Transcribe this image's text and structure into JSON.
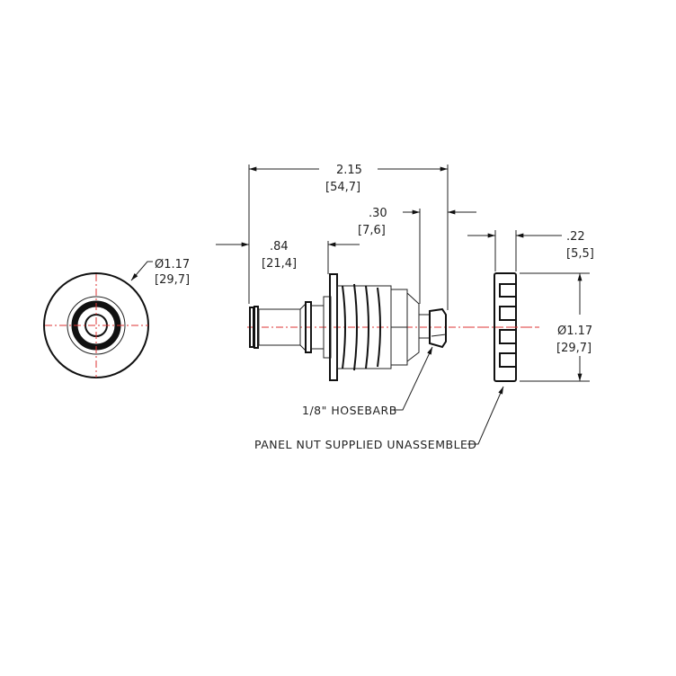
{
  "drawing": {
    "type": "technical-drawing",
    "title": "",
    "units_note": "inches [mm]",
    "colors": {
      "line": "#111111",
      "centerline": "#dd3333",
      "background": "#ffffff"
    },
    "end_view": {
      "diameter_label": "Ø1.17",
      "diameter_mm": "[29,7]"
    },
    "side_view": {
      "overall_length": {
        "label": "2.15",
        "mm": "[54,7]"
      },
      "front_length": {
        "label": ".84",
        "mm": "[21,4]"
      },
      "barb_length": {
        "label": ".30",
        "mm": "[7,6]"
      }
    },
    "panel_nut": {
      "thickness": {
        "label": ".22",
        "mm": "[5,5]"
      },
      "diameter": {
        "label": "Ø1.17",
        "mm": "[29,7]"
      }
    },
    "notes": {
      "hosebarb": "1/8\" HOSEBARB",
      "panel_nut": "PANEL NUT SUPPLIED UNASSEMBLED"
    }
  }
}
